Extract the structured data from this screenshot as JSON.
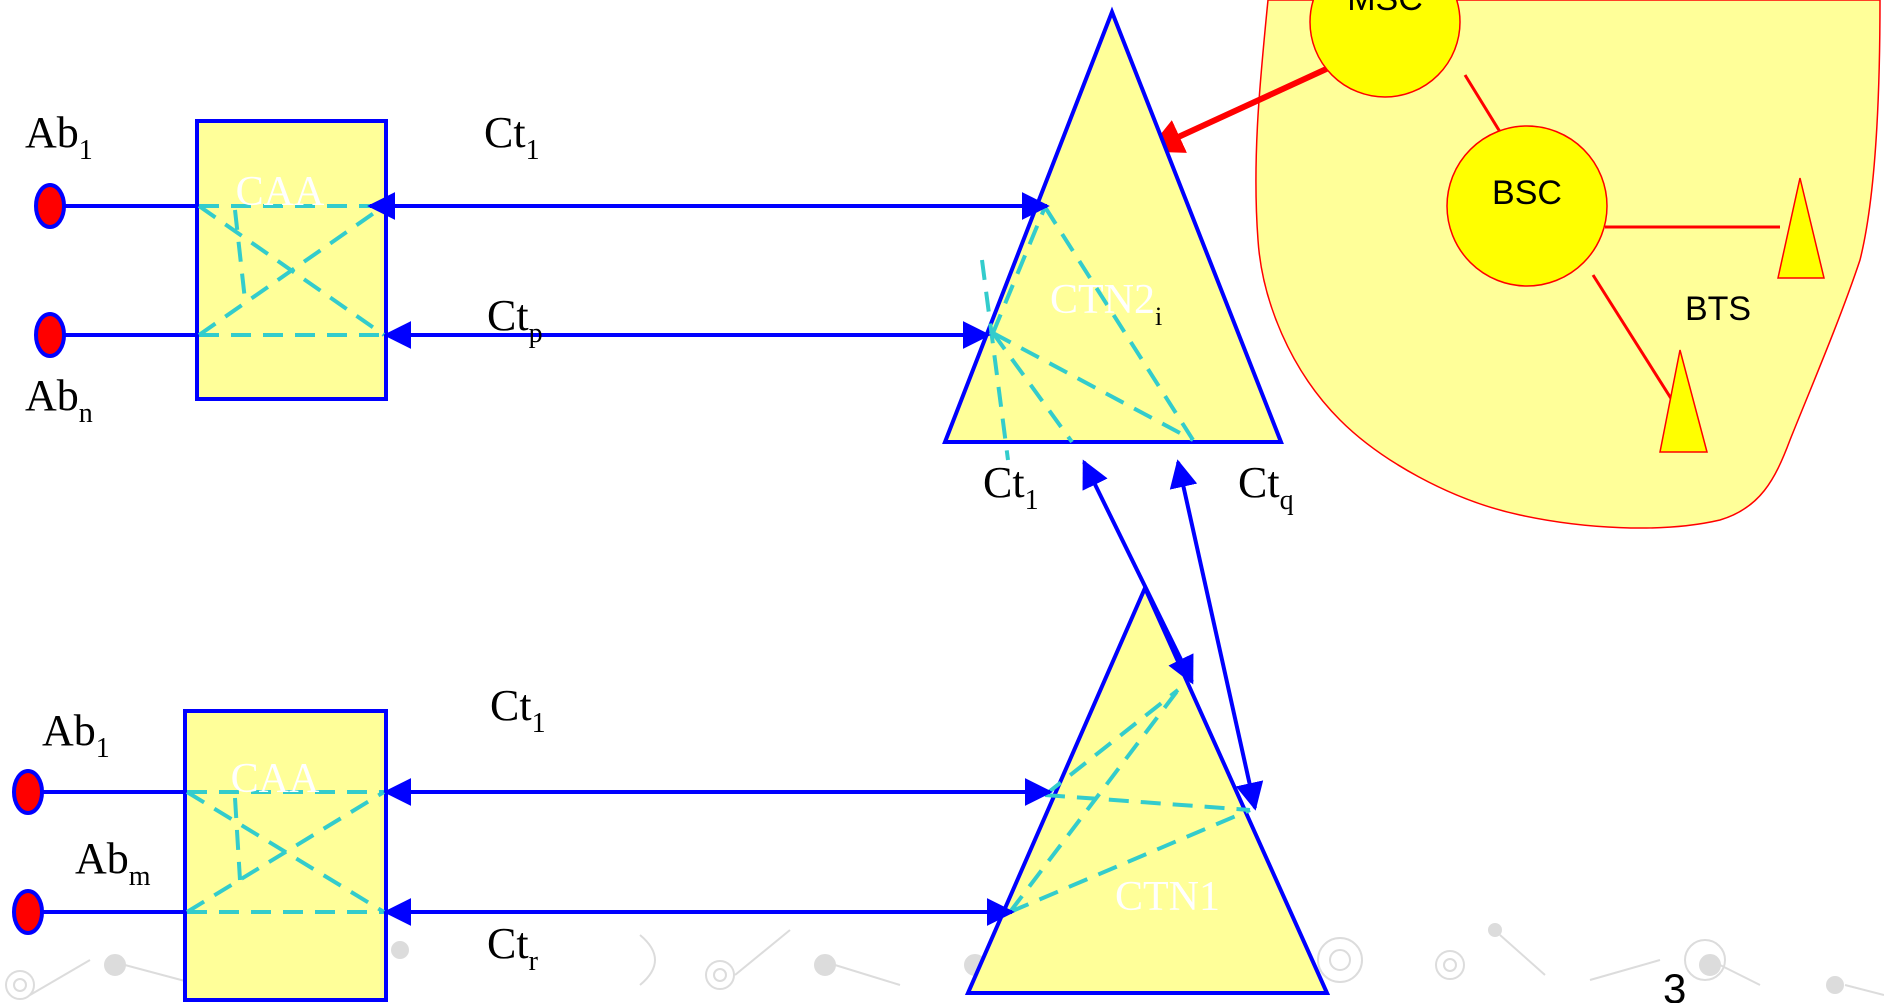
{
  "colors": {
    "link": "#0000ff",
    "internal": "#33cccc",
    "node_fill": "#ffff99",
    "cloud_fill": "#ffff99",
    "cloud_stroke": "#ff0000",
    "red_link": "#ff0000",
    "subscriber": "#ff0000",
    "mobile_node": "#ffff00",
    "white_label": "#ffffff",
    "deco": "#dcdcdc"
  },
  "top": {
    "ab_first": {
      "base": "Ab",
      "sub": "1"
    },
    "ab_last": {
      "base": "Ab",
      "sub": "n"
    },
    "caa_label": "CAA",
    "ct_top": {
      "base": "Ct",
      "sub": "1"
    },
    "ct_bottom": {
      "base": "Ct",
      "sub": "p"
    },
    "ctn_label": {
      "base": "CTN2",
      "sub": "i"
    },
    "ctn_ct_left": {
      "base": "Ct",
      "sub": "1"
    },
    "ctn_ct_right": {
      "base": "Ct",
      "sub": "q"
    }
  },
  "bottom": {
    "ab_first": {
      "base": "Ab",
      "sub": "1"
    },
    "ab_last": {
      "base": "Ab",
      "sub": "m"
    },
    "caa_label": "CAA",
    "ct_top": {
      "base": "Ct",
      "sub": "1"
    },
    "ct_bottom": {
      "base": "Ct",
      "sub": "r"
    },
    "ctn_label": "CTN1"
  },
  "mobile": {
    "msc_label": "MSC",
    "bsc_label": "BSC",
    "bts_label": "BTS"
  },
  "page_number": "3"
}
